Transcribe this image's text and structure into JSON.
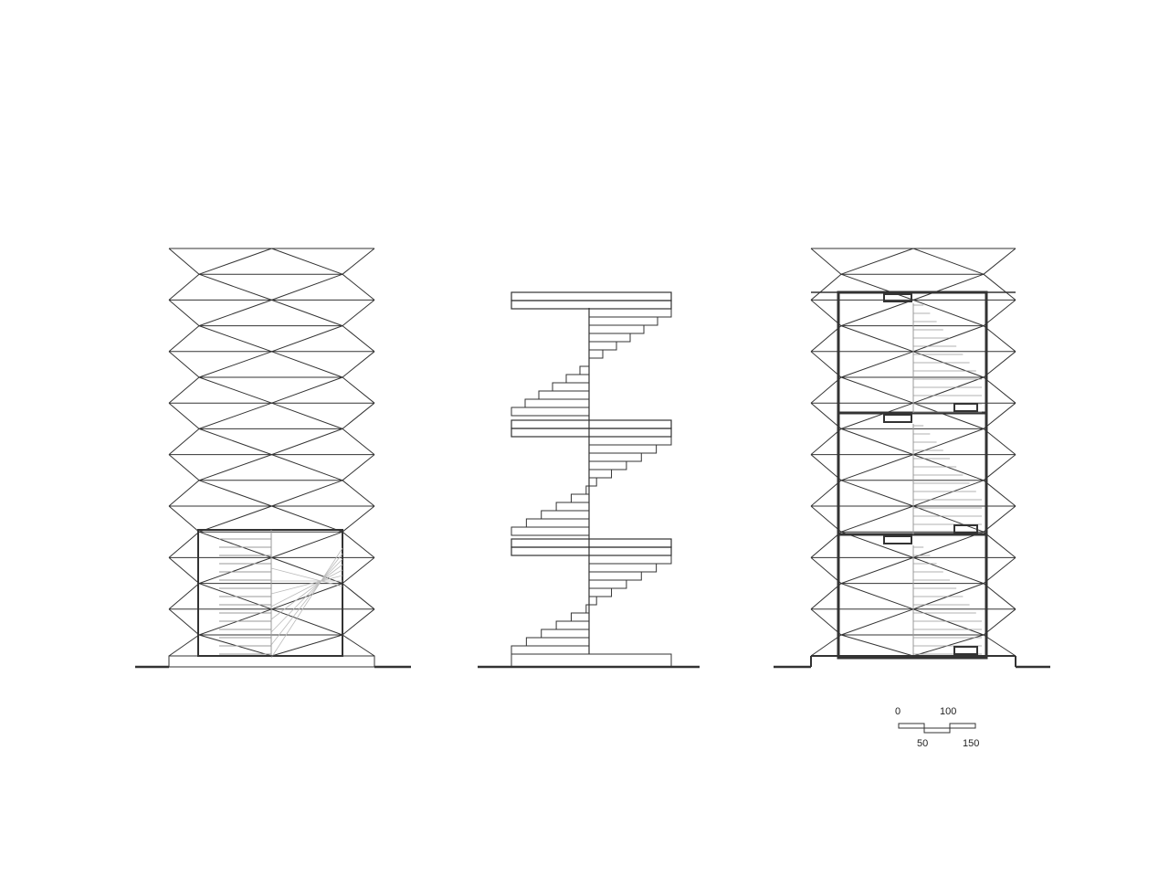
{
  "drawing": {
    "views": [
      "elevation",
      "stair",
      "section"
    ],
    "line_color": "#333333",
    "secondary_line_color": "#999999"
  },
  "scale_bar": {
    "labels_top": [
      "0",
      "100"
    ],
    "labels_bottom": [
      "50",
      "150"
    ]
  }
}
